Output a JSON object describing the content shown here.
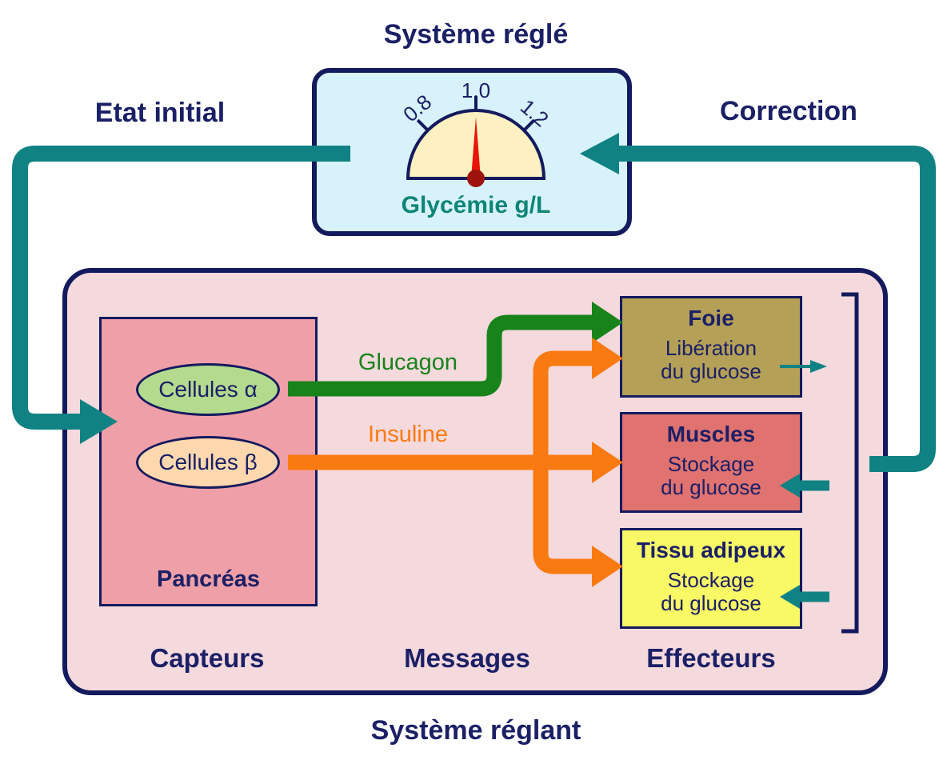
{
  "titles": {
    "regulated_system": "Système réglé",
    "regulating_system": "Système réglant",
    "initial_state": "Etat initial",
    "correction": "Correction"
  },
  "gauge": {
    "tick_low": "0.8",
    "tick_mid": "1.0",
    "tick_high": "1.2",
    "unit_label": "Glycémie g/L"
  },
  "pancreas": {
    "label": "Pancréas",
    "alpha_cells": "Cellules α",
    "beta_cells": "Cellules β"
  },
  "hormones": {
    "glucagon": "Glucagon",
    "insuline": "Insuline"
  },
  "effectors": {
    "foie": {
      "title": "Foie",
      "action_line1": "Libération",
      "action_line2": "du glucose"
    },
    "muscles": {
      "title": "Muscles",
      "action_line1": "Stockage",
      "action_line2": "du glucose"
    },
    "tissu": {
      "title": "Tissu adipeux",
      "action_line1": "Stockage",
      "action_line2": "du glucose"
    }
  },
  "roles": {
    "capteurs": "Capteurs",
    "messages": "Messages",
    "effecteurs": "Effecteurs"
  },
  "colors": {
    "navy": "#141a5e",
    "text-navy": "#1b2066",
    "teal": "#118283",
    "glycemie-teal": "#0e8577",
    "light-blue": "#d7f2fb",
    "gauge-yellow": "#fdf0c1",
    "needle-red": "#e81509",
    "pivot-dark-red": "#9d120a",
    "outer-pink": "#f4d9dd",
    "pancreas-pink": "#ef9fa7",
    "alpha-green": "#b4da8e",
    "beta-peach": "#fdd8af",
    "glucagon-green": "#17831a",
    "insuline-orange": "#f97a10",
    "foie-khaki": "#b4a057",
    "muscles-red": "#e07270",
    "tissu-yellow": "#f9f966"
  }
}
